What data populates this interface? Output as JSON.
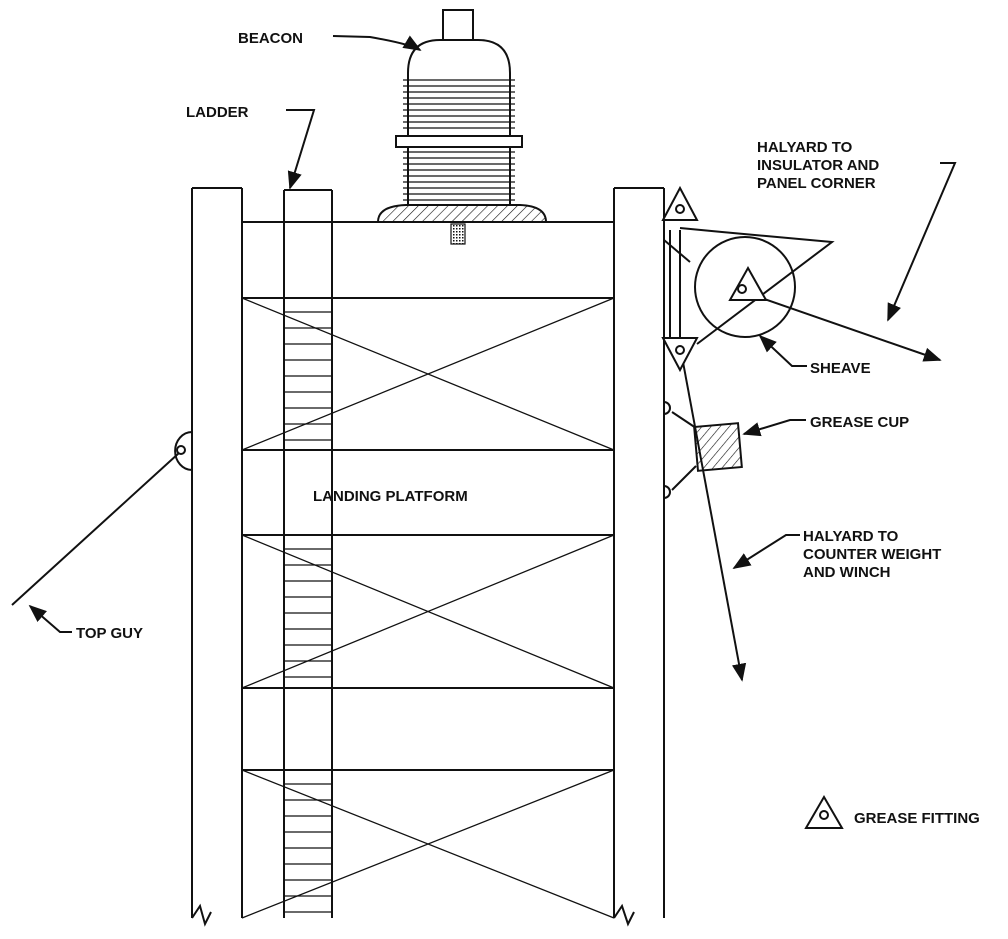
{
  "labels": {
    "beacon": "BEACON",
    "ladder": "LADDER",
    "halyard_top": [
      "HALYARD TO",
      "INSULATOR AND",
      "PANEL CORNER"
    ],
    "sheave": "SHEAVE",
    "grease_cup": "GREASE CUP",
    "landing_platform": "LANDING PLATFORM",
    "halyard_bottom": [
      "HALYARD TO",
      "COUNTER WEIGHT",
      "AND WINCH"
    ],
    "top_guy": "TOP GUY",
    "legend_grease_fitting": "GREASE FITTING"
  },
  "colors": {
    "ink": "#111111",
    "paper": "#ffffff"
  }
}
